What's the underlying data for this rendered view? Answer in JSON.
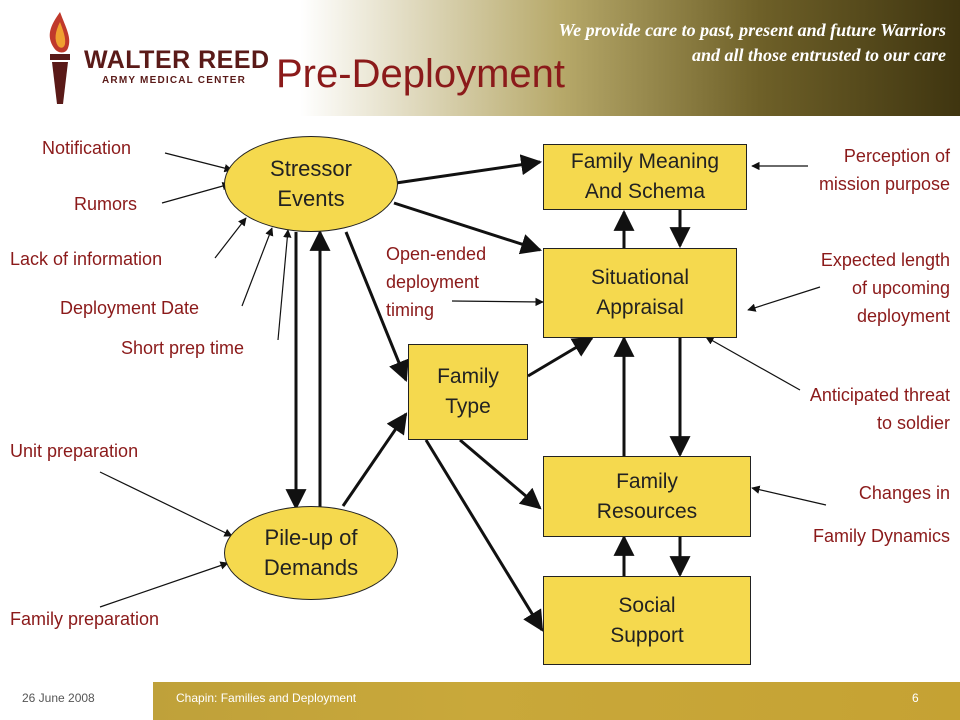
{
  "header": {
    "logo_name": "WALTER REED",
    "logo_sub": "ARMY MEDICAL CENTER",
    "tagline_line1": "We provide care to past, present and future Warriors",
    "tagline_line2": "and all those entrusted to our care"
  },
  "title": "Pre-Deployment",
  "nodes": {
    "stressor": "Stressor\nEvents",
    "pileup": "Pile-up of\nDemands",
    "family_meaning": "Family Meaning\nAnd Schema",
    "situational": "Situational\nAppraisal",
    "family_type": "Family\nType",
    "family_resources": "Family\nResources",
    "social_support": "Social\nSupport"
  },
  "labels": {
    "notification": "Notification",
    "rumors": "Rumors",
    "lack_info": "Lack of information",
    "deployment_date": "Deployment  Date",
    "short_prep": "Short prep time",
    "unit_prep": "Unit preparation",
    "family_prep": "Family preparation",
    "open_ended": "Open-ended\ndeployment\ntiming",
    "perception": "Perception of\nmission purpose",
    "expected_length": "Expected length\nof upcoming\ndeployment",
    "threat": "Anticipated threat\nto soldier",
    "changes_in": "Changes in",
    "family_dynamics": "Family Dynamics"
  },
  "footer": {
    "date": "26 June 2008",
    "text": "Chapin: Families and Deployment",
    "page": "6"
  },
  "colors": {
    "node_fill": "#f5d94e",
    "label_text": "#8b1a1a",
    "title_text": "#8b1a1a",
    "footer_bar": "#c5a233"
  }
}
